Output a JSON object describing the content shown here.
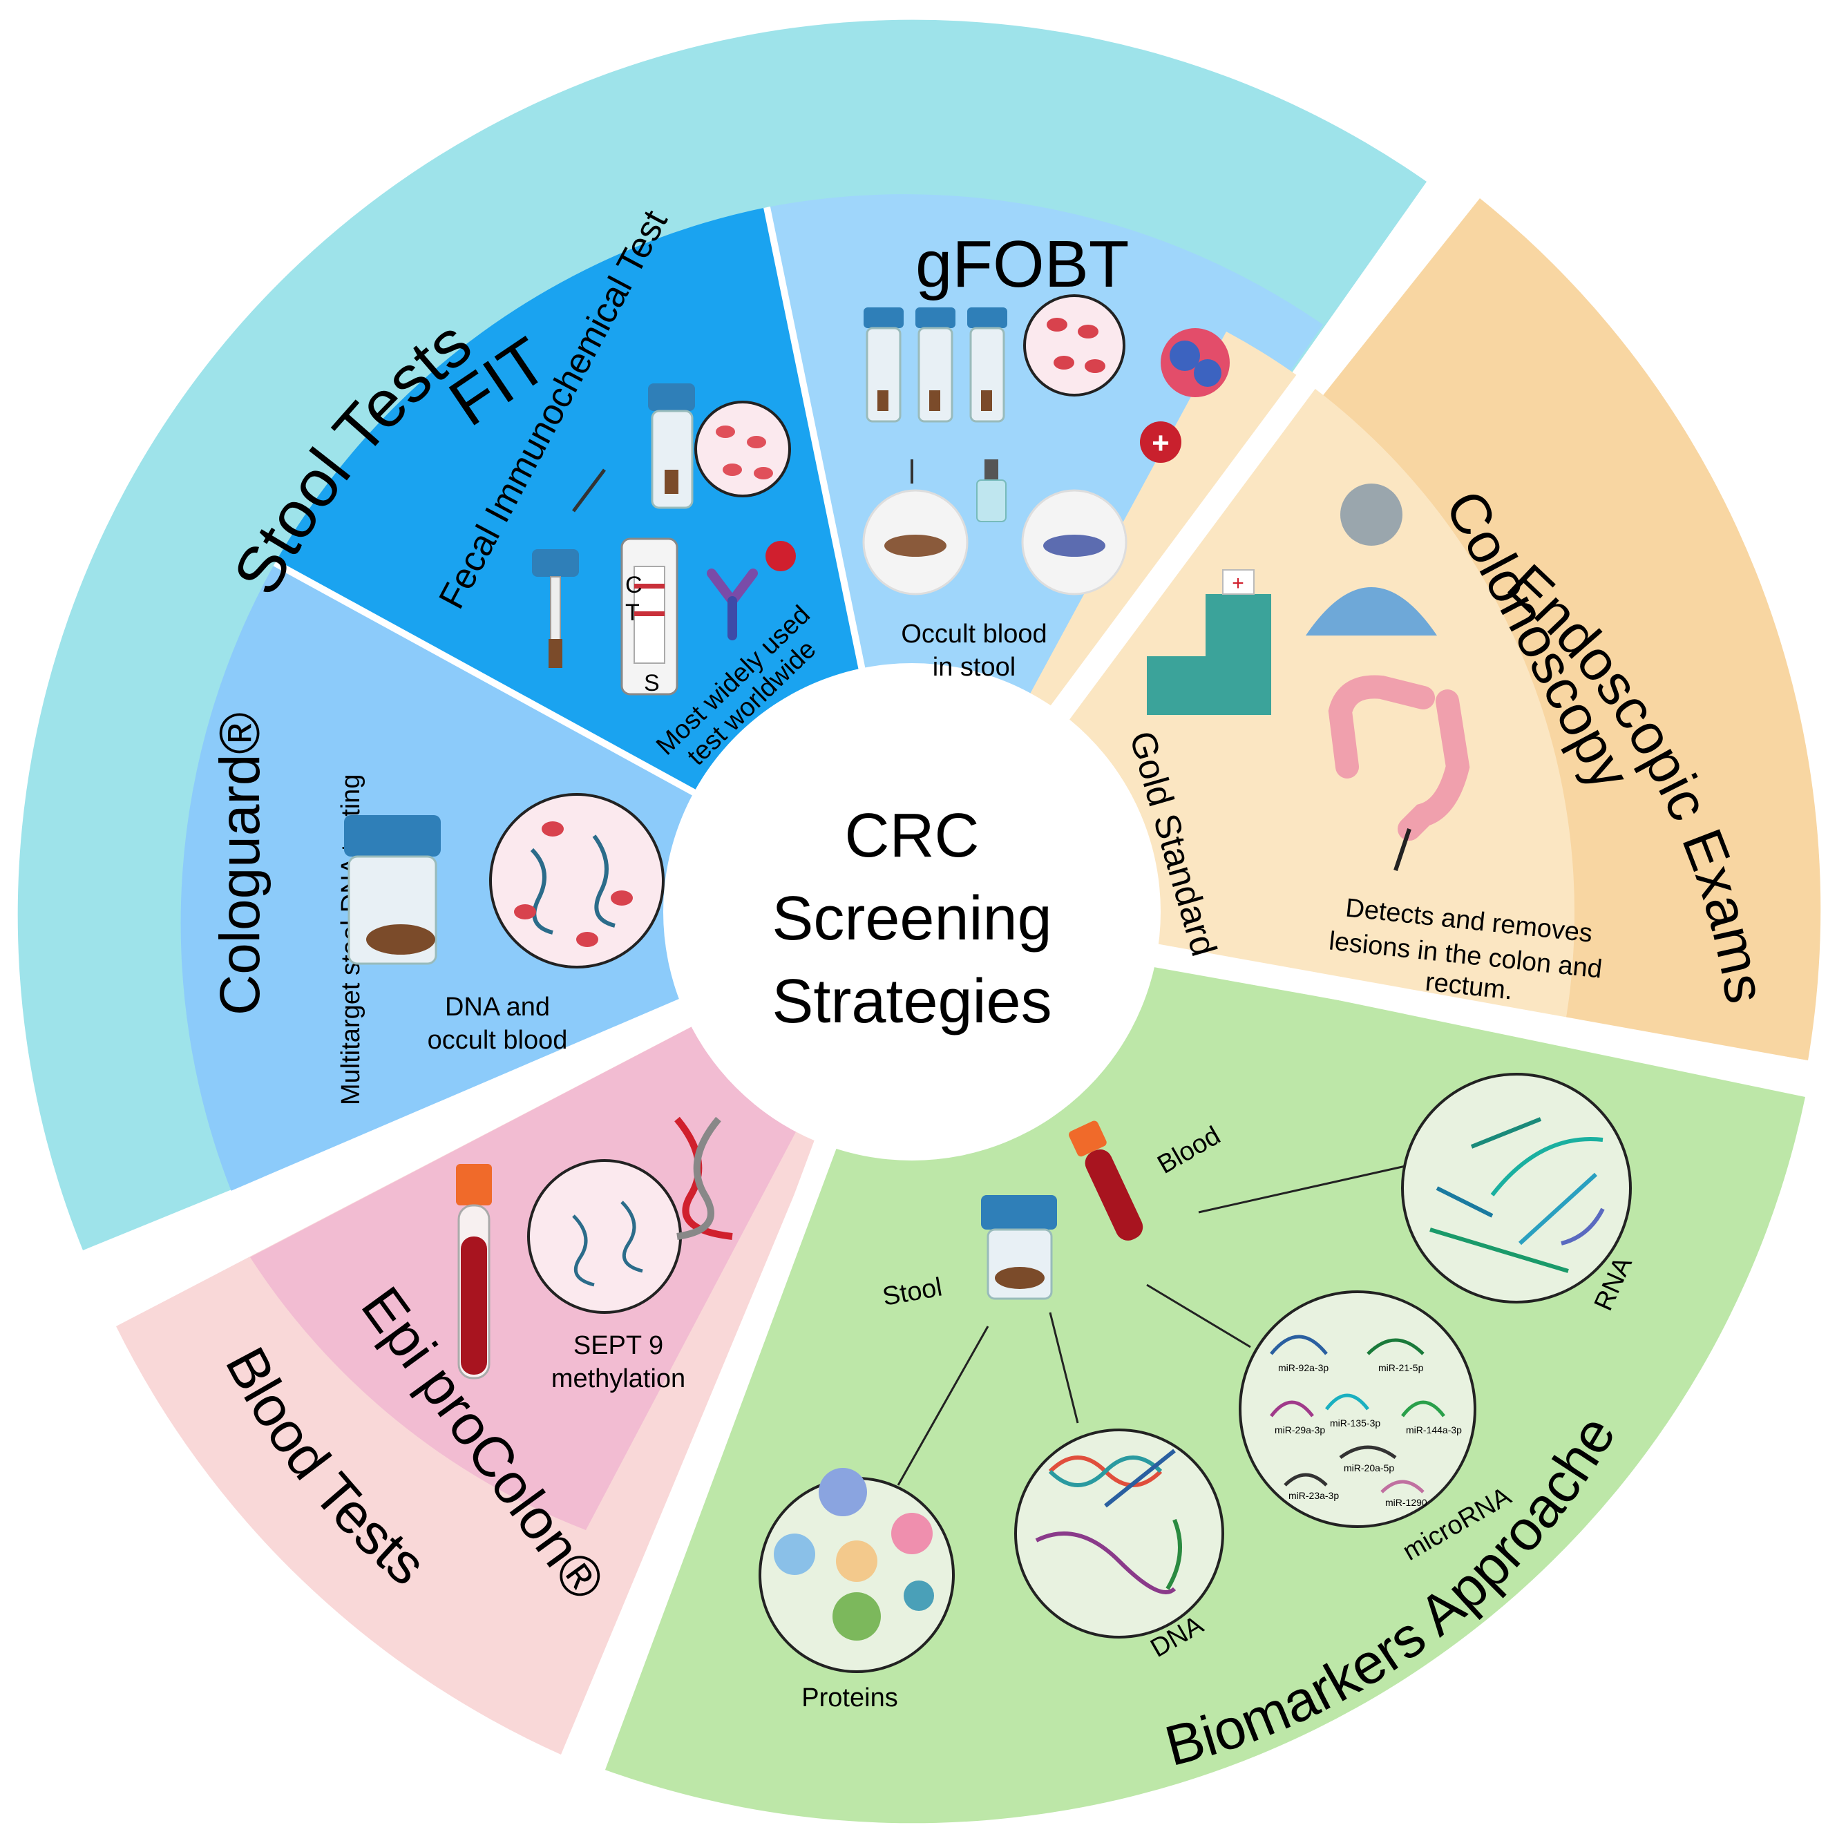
{
  "center": {
    "line1": "CRC",
    "line2": "Screening",
    "line3": "Strategies"
  },
  "colors": {
    "stool_outer": "#9ee3ea",
    "fit_inner": "#1aa3f0",
    "gfobt_inner": "#9fd6fb",
    "cologuard_inner": "#8ccbfa",
    "endoscopic_outer": "#f8d6a2",
    "colonoscopy_inner": "#fbe6c2",
    "blood_outer": "#f9d8d8",
    "procolon_inner": "#f2bcd2",
    "biomarkers": "#bde7a8"
  },
  "stool_tests": {
    "title": "Stool Tests",
    "fit": {
      "title": "FIT",
      "subtitle": "Fecal Immunochemical Test",
      "note_line1": "Most widely used",
      "note_line2": "test worldwide",
      "strip_c": "C",
      "strip_t": "T",
      "strip_s": "S"
    },
    "gfobt": {
      "title": "gFOBT",
      "desc_line1": "Occult blood",
      "desc_line2": "in stool",
      "plus": "+"
    },
    "cologuard": {
      "title": "Cologuard®",
      "subtitle": "Multitarget stool DNA testing",
      "desc_line1": "DNA and",
      "desc_line2": "occult blood"
    }
  },
  "endoscopic_exams": {
    "title": "Endoscopic Exams",
    "colonoscopy": {
      "title": "Colonoscopy",
      "gold": "Gold Standard",
      "desc_line1": "Detects and removes",
      "desc_line2": "lesions in the colon and",
      "desc_line3": "rectum."
    }
  },
  "blood_tests": {
    "title": "Blood Tests",
    "procolon": {
      "title": "Epi proColon®",
      "desc_line1": "SEPT 9",
      "desc_line2": "methylation"
    }
  },
  "biomarkers": {
    "title": "Biomarkers Approaches",
    "stool": "Stool",
    "blood": "Blood",
    "proteins": "Proteins",
    "dna": "DNA",
    "microrna": "microRNA",
    "rna": "RNA",
    "mirnas": [
      "miR-92a-3p",
      "miR-21-5p",
      "miR-29a-3p",
      "miR-135-3p",
      "miR-144a-3p",
      "miR-20a-5p",
      "miR-23a-3p",
      "miR-1290"
    ]
  }
}
